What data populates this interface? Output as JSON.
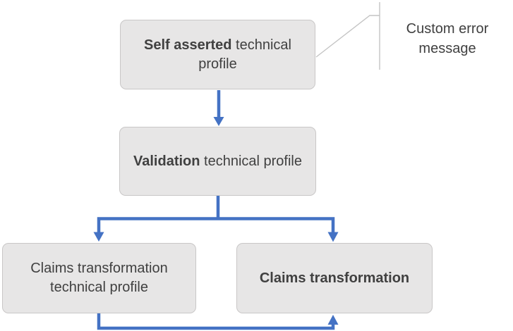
{
  "colors": {
    "arrow_blue": "#4472C4",
    "box_fill": "#E7E6E6",
    "box_border": "#C9C7C7",
    "text": "#404040",
    "callout_line": "#C4C4C4",
    "background": "#FFFFFF"
  },
  "flowchart": {
    "boxes": {
      "self_asserted": {
        "bold": "Self asserted",
        "regular": " technical profile"
      },
      "validation": {
        "bold": "Validation",
        "regular": " technical profile"
      },
      "claims_transformation_profile": {
        "bold": "",
        "regular": "Claims transformation technical profile"
      },
      "claims_transformation": {
        "bold": "Claims transformation",
        "regular": ""
      }
    },
    "callout": {
      "label": "Custom error message"
    }
  }
}
